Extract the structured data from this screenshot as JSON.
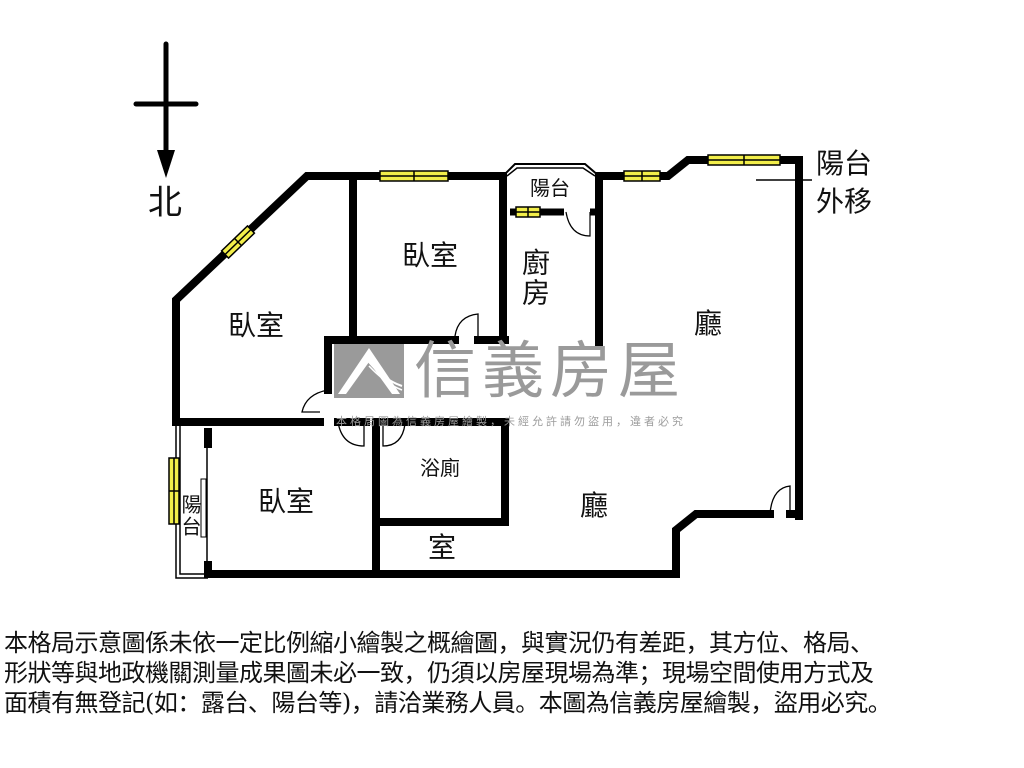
{
  "compass": {
    "label": "北",
    "direction": "down"
  },
  "rooms": {
    "bedroom_top": "臥室",
    "bedroom_left": "臥室",
    "bedroom_bottom": "臥室",
    "kitchen": "廚房",
    "balcony_top": "陽台",
    "balcony_side": "陽台",
    "living_upper": "廳",
    "living_lower": "廳",
    "bathroom": "浴廁",
    "room_small": "室"
  },
  "annotations": {
    "balcony_moved_line1": "陽台",
    "balcony_moved_line2": "外移"
  },
  "watermark": {
    "brand": "信義房屋",
    "note": "本格局圖為信義房屋繪製，未經允許請勿盜用，違者必究"
  },
  "colors": {
    "wall": "#000000",
    "window": "#f2ee4a",
    "logo_gray": "#9a9a9a"
  },
  "disclaimer": {
    "lines": [
      "本格局示意圖係未依一定比例縮小繪製之概繪圖，與實況仍有差距，其方位、格局、",
      "形狀等與地政機關測量成果圖未必一致，仍須以房屋現場為準；現場空間使用方式及",
      "面積有無登記(如：露台、陽台等)，請洽業務人員。本圖為信義房屋繪製，盜用必究。"
    ]
  }
}
